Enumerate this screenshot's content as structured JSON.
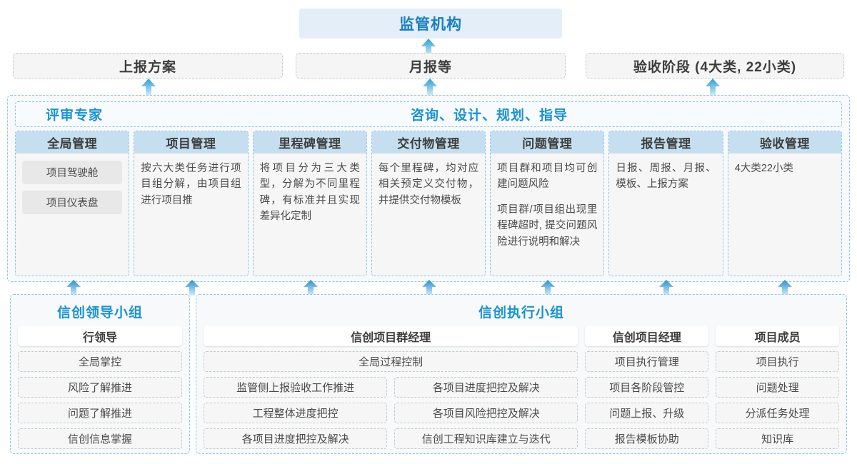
{
  "top": {
    "regulator": "监管机构",
    "submissions": [
      {
        "label": "上报方案"
      },
      {
        "label": "月报等"
      },
      {
        "label": "验收阶段 (4大类, 22小类)"
      }
    ]
  },
  "middle": {
    "header_left": "评审专家",
    "header_center": "咨询、设计、规划、指导",
    "columns": [
      {
        "title": "全局管理",
        "pills": [
          "项目驾驶舱",
          "项目仪表盘"
        ],
        "paragraphs": []
      },
      {
        "title": "项目管理",
        "pills": [],
        "paragraphs": [
          "按六大类任务进行项目组分解，由项目组进行项目推"
        ]
      },
      {
        "title": "里程碑管理",
        "pills": [],
        "paragraphs": [
          "将项目分为三大类型，分解为不同里程碑，有标准并且实现差异化定制"
        ]
      },
      {
        "title": "交付物管理",
        "pills": [],
        "paragraphs": [
          "每个里程碑，均对应相关预定义交付物，并提供交付物模板"
        ]
      },
      {
        "title": "问题管理",
        "pills": [],
        "paragraphs": [
          "项目群和项目均可创建问题风险",
          "项目群/项目组出现里程碑超时, 提交问题风险进行说明和解决"
        ]
      },
      {
        "title": "报告管理",
        "pills": [],
        "paragraphs": [
          "日报、周报、月报、模板、上报方案"
        ]
      },
      {
        "title": "验收管理",
        "pills": [],
        "paragraphs": [
          "4大类22小类"
        ]
      }
    ]
  },
  "bottom": {
    "leader_group": {
      "title": "信创领导小组",
      "role": "行领导",
      "tasks": [
        "全局掌控",
        "风险了解推进",
        "问题了解推进",
        "信创信息掌握"
      ]
    },
    "exec_group": {
      "title": "信创执行小组",
      "program_manager": {
        "role": "信创项目群经理",
        "full_width_task": "全局过程控制",
        "left_tasks": [
          "监管侧上报验收工作推进",
          "工程整体进度把控",
          "各项目进度把控及解决"
        ],
        "right_tasks": [
          "各项目进度把控及解决",
          "各项目风险把控及解决",
          "信创工程知识库建立与迭代"
        ]
      },
      "project_manager": {
        "role": "信创项目经理",
        "tasks": [
          "项目执行管理",
          "项目各阶段管控",
          "问题上报、升级",
          "报告模板协助"
        ]
      },
      "project_member": {
        "role": "项目成员",
        "tasks": [
          "项目执行",
          "问题处理",
          "分派任务处理",
          "知识库"
        ]
      }
    }
  },
  "colors": {
    "accent": "#1a92d4",
    "regulator_bg": "#e3eef8",
    "column_head_bg": "#c5dff0",
    "arrow_top": "#2a9fd8",
    "arrow_bottom": "#cfe8f7"
  }
}
